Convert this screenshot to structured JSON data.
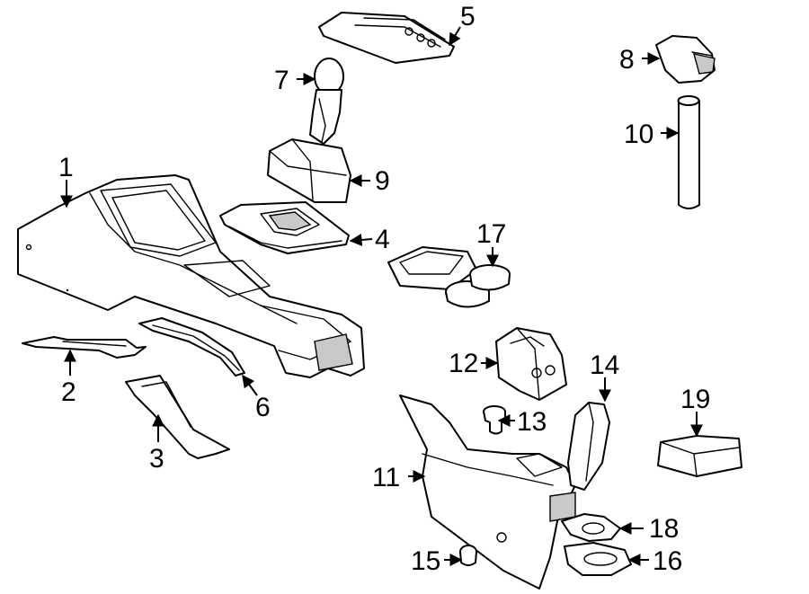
{
  "callouts": [
    {
      "id": "1",
      "label": "1"
    },
    {
      "id": "2",
      "label": "2"
    },
    {
      "id": "3",
      "label": "3"
    },
    {
      "id": "4",
      "label": "4"
    },
    {
      "id": "5",
      "label": "5"
    },
    {
      "id": "6",
      "label": "6"
    },
    {
      "id": "7",
      "label": "7"
    },
    {
      "id": "8",
      "label": "8"
    },
    {
      "id": "9",
      "label": "9"
    },
    {
      "id": "10",
      "label": "10"
    },
    {
      "id": "11",
      "label": "11"
    },
    {
      "id": "12",
      "label": "12"
    },
    {
      "id": "13",
      "label": "13"
    },
    {
      "id": "14",
      "label": "14"
    },
    {
      "id": "15",
      "label": "15"
    },
    {
      "id": "16",
      "label": "16"
    },
    {
      "id": "17",
      "label": "17"
    },
    {
      "id": "18",
      "label": "18"
    },
    {
      "id": "19",
      "label": "19"
    }
  ],
  "colors": {
    "line": "#000000",
    "background": "#ffffff",
    "shade": "#c9c9c9"
  }
}
